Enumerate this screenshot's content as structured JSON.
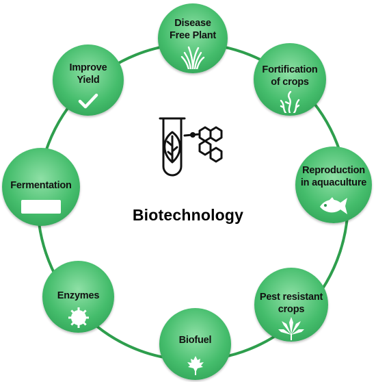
{
  "center": {
    "title": "Biotechnology",
    "icon": "test-tube-leaf-molecule-icon"
  },
  "nodes": [
    {
      "id": "disease-free-plant",
      "label": "Disease\nFree Plant",
      "icon": "grass-icon"
    },
    {
      "id": "fortification",
      "label": "Fortification\nof crops",
      "icon": "seaweed-icon"
    },
    {
      "id": "reproduction",
      "label": "Reproduction\nin aquaculture",
      "icon": "fish-icon"
    },
    {
      "id": "pest-resistant",
      "label": "Pest resistant\ncrops",
      "icon": "cannabis-leaf-icon"
    },
    {
      "id": "biofuel",
      "label": "Biofuel",
      "icon": "maple-leaf-icon"
    },
    {
      "id": "enzymes",
      "label": "Enzymes",
      "icon": "gear-icon"
    },
    {
      "id": "fermentation",
      "label": "Fermentation",
      "icon": "white-bar-icon"
    },
    {
      "id": "improve-yield",
      "label": "Improve\nYield",
      "icon": "checkmark-icon"
    }
  ],
  "colors": {
    "ring": "#2e9e4d",
    "node": "#45bd6c",
    "icon": "#ffffff"
  }
}
